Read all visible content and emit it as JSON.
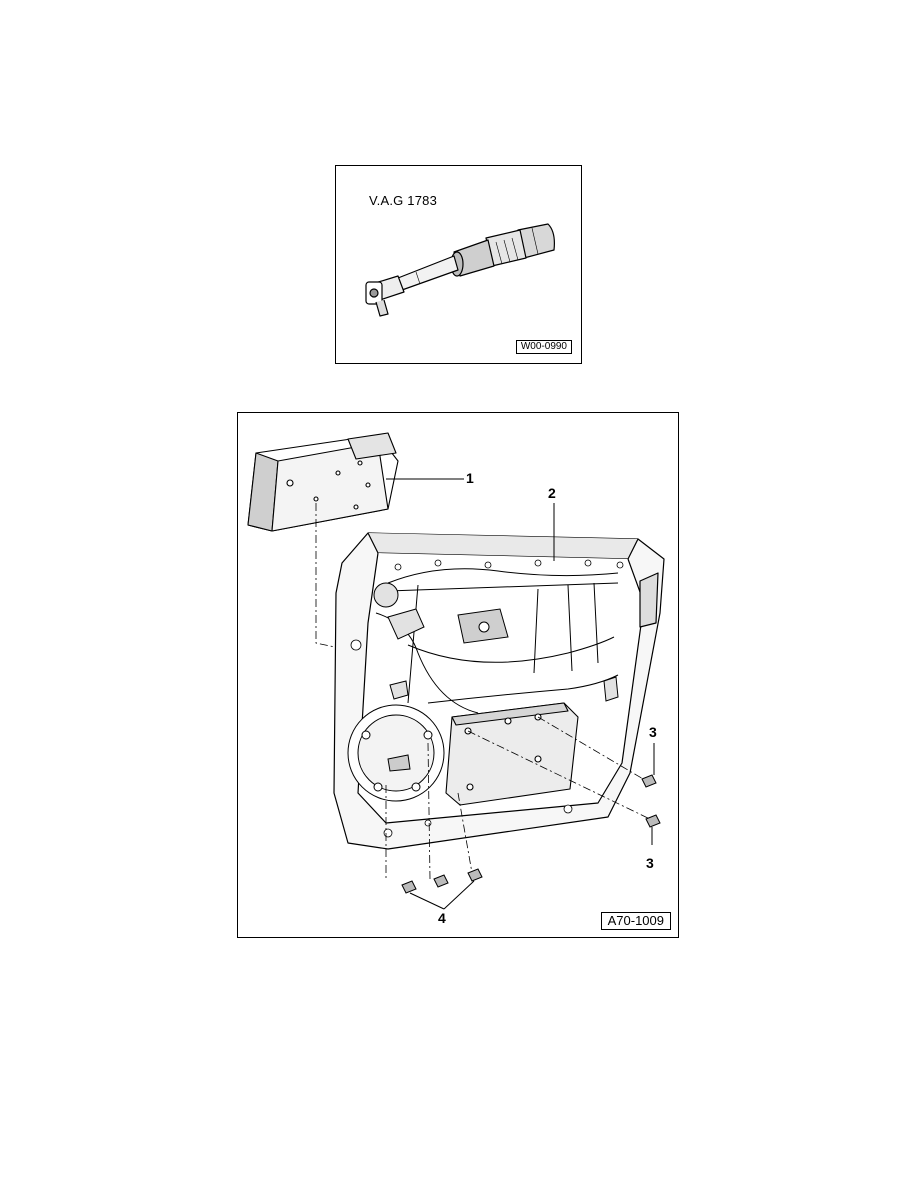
{
  "figures": {
    "tool": {
      "label": "V.A.G 1783",
      "code": "W00-0990"
    },
    "door": {
      "code": "A70-1009",
      "callouts": [
        {
          "id": "c1",
          "text": "1"
        },
        {
          "id": "c2",
          "text": "2"
        },
        {
          "id": "c3a",
          "text": "3"
        },
        {
          "id": "c3b",
          "text": "3"
        },
        {
          "id": "c4",
          "text": "4"
        }
      ]
    }
  }
}
